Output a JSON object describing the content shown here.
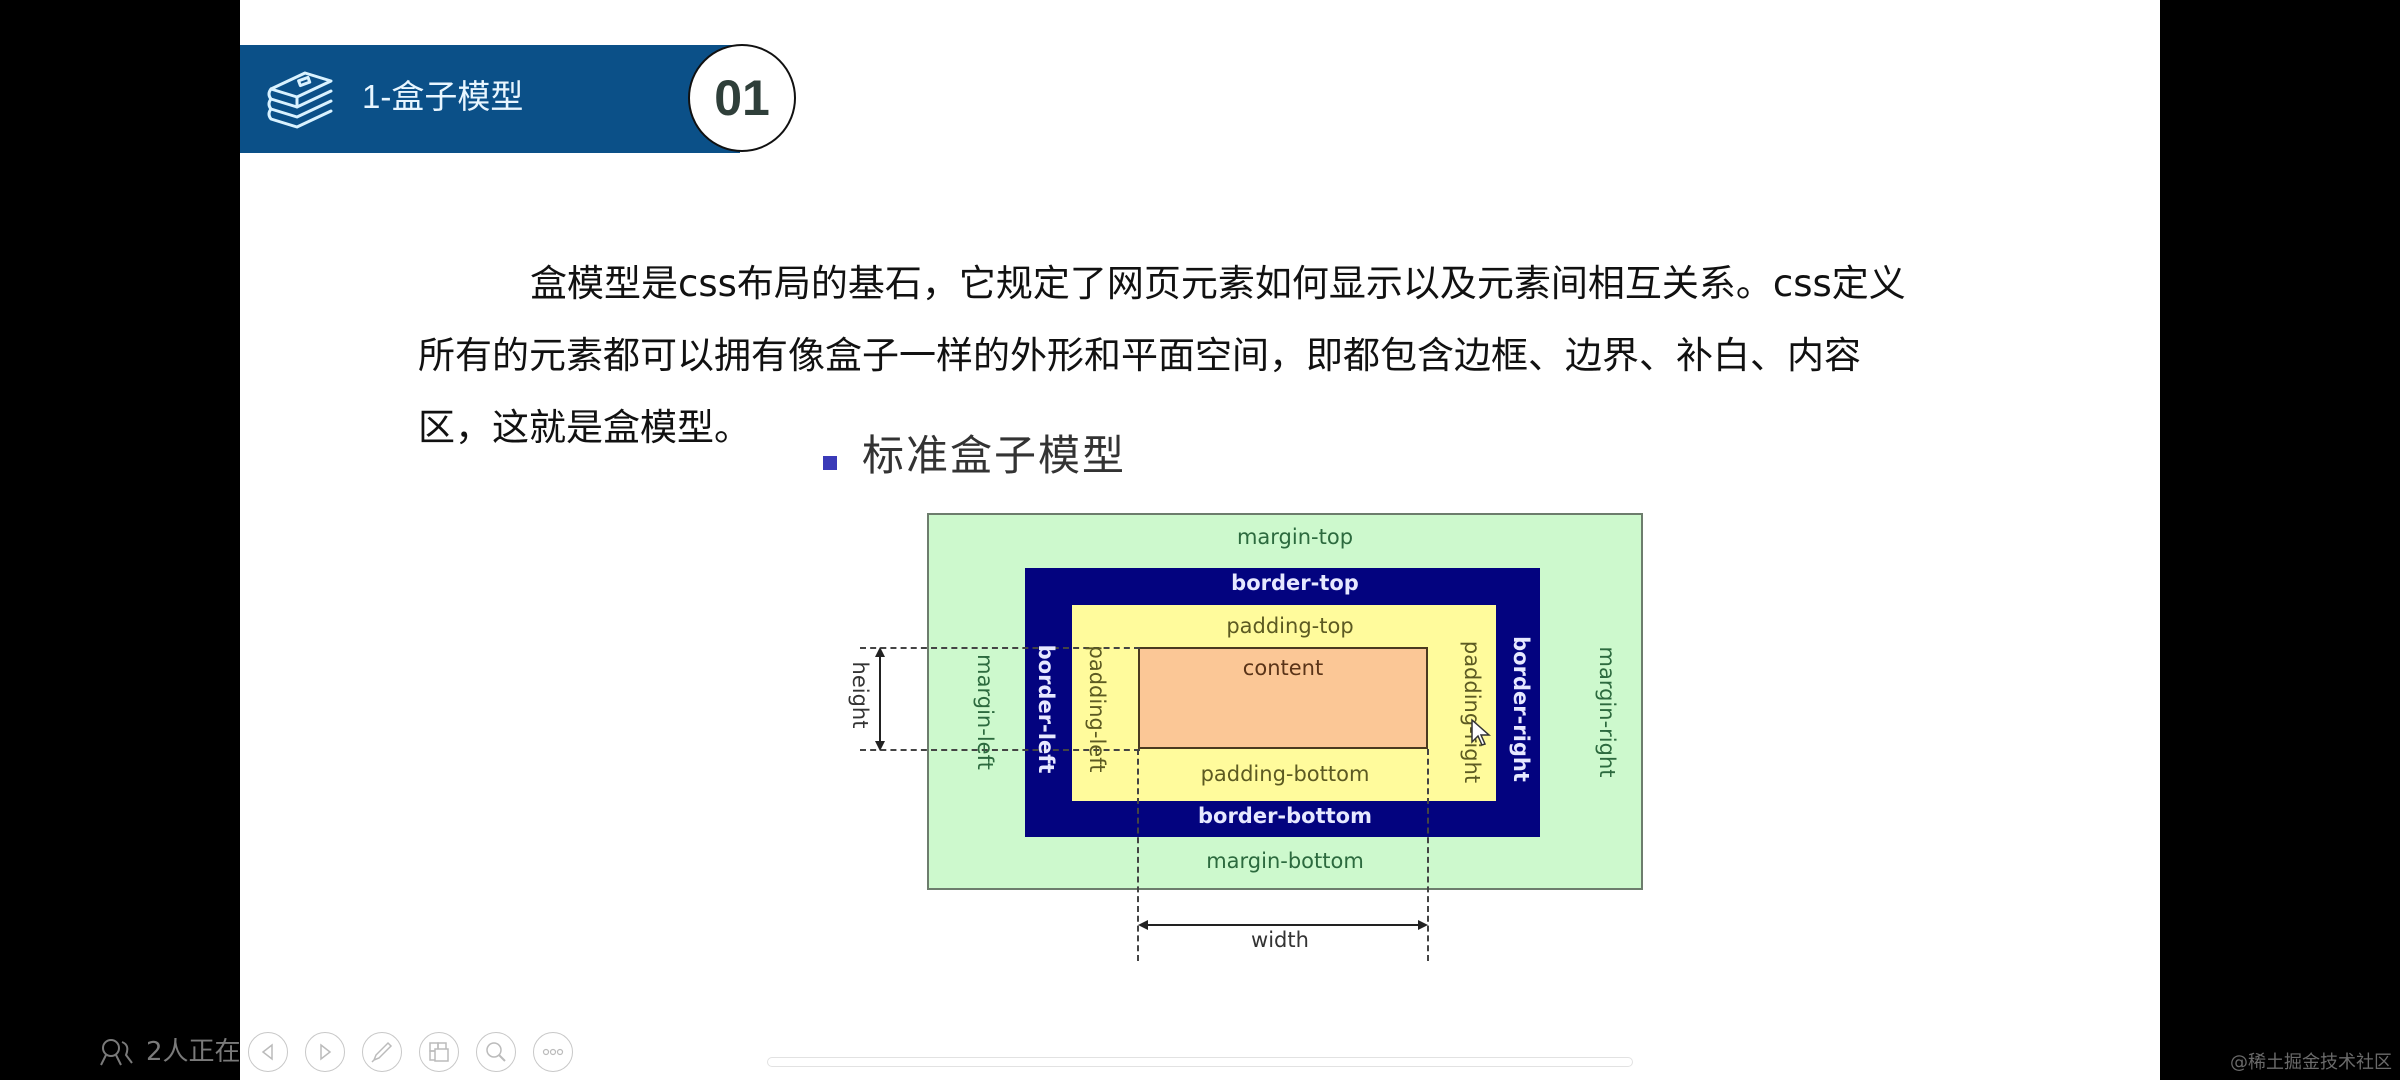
{
  "header": {
    "title": "1-盒子模型",
    "section_number": "01",
    "icon": "books-stack-icon",
    "bar_color": "#0b5088"
  },
  "paragraph": {
    "lines": [
      "盒模型是css布局的基石，它规定了网页元素如何显示以及元素间相互关系。css定义",
      "所有的元素都可以拥有像盒子一样的外形和平面空间，即都包含边框、边界、补白、内容",
      "区，这就是盒模型。"
    ]
  },
  "diagram": {
    "title": "标准盒子模型",
    "labels": {
      "margin_top": "margin-top",
      "margin_bottom": "margin-bottom",
      "margin_left": "margin-left",
      "margin_right": "margin-right",
      "border_top": "border-top",
      "border_bottom": "border-bottom",
      "border_left": "border-left",
      "border_right": "border-right",
      "padding_top": "padding-top",
      "padding_bottom": "padding-bottom",
      "padding_left": "padding-left",
      "padding_right": "padding-right",
      "content": "content",
      "height": "height",
      "width": "width"
    },
    "colors": {
      "margin": "#cdf9cd",
      "border": "#03037f",
      "padding": "#fffb9c",
      "content": "#fbc796"
    }
  },
  "toolbar": {
    "buttons": [
      {
        "name": "previous",
        "icon": "triangle-left-icon"
      },
      {
        "name": "next",
        "icon": "triangle-right-icon"
      },
      {
        "name": "pen",
        "icon": "pen-icon"
      },
      {
        "name": "slides",
        "icon": "slides-grid-icon"
      },
      {
        "name": "zoom",
        "icon": "magnifier-icon"
      },
      {
        "name": "more",
        "icon": "more-dots-icon"
      }
    ]
  },
  "overlay": {
    "viewers_text": "2人正在",
    "watermark": "@稀土掘金技术社区"
  }
}
